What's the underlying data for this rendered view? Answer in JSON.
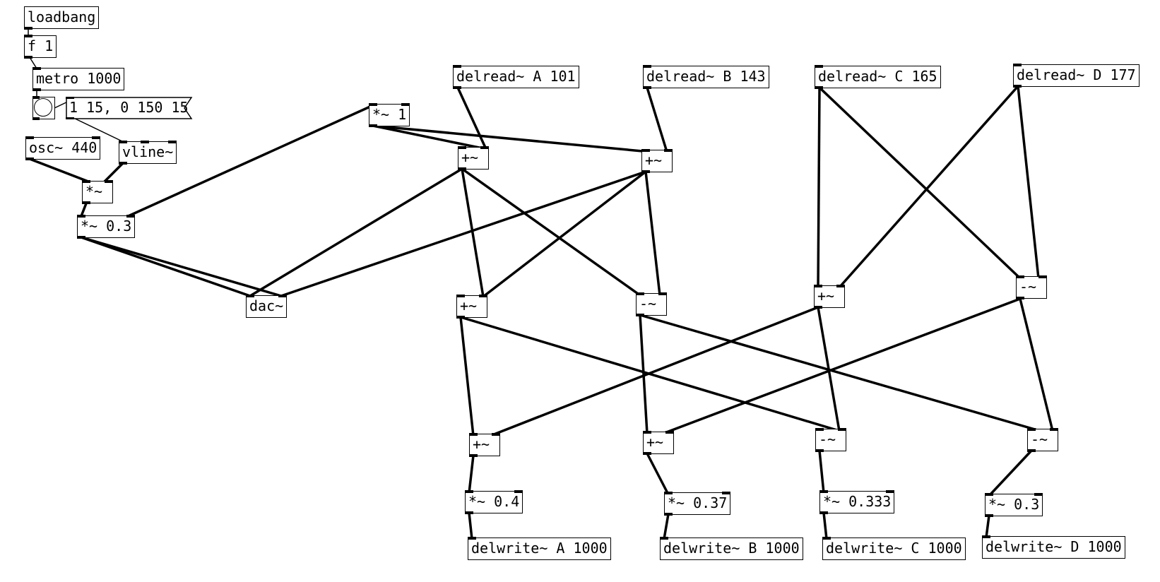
{
  "objects": {
    "loadbang": "loadbang",
    "f1": "f 1",
    "metro": "metro 1000",
    "msg_env": "1 15, 0 150 15",
    "osc": "osc~ 440",
    "vline": "vline~",
    "mul_env": "*~",
    "mul_vol": "*~ 0.3",
    "dac": "dac~",
    "mul_fb": "*~ 1",
    "delread_a": "delread~ A 101",
    "delread_b": "delread~ B 143",
    "delread_c": "delread~ C 165",
    "delread_d": "delread~ D 177",
    "add_a": "+~",
    "add_b": "+~",
    "add_m1": "+~",
    "sub_m1": "-~",
    "add_m2": "+~",
    "sub_m2": "-~",
    "add_o1": "+~",
    "add_o2": "+~",
    "sub_o3": "-~",
    "sub_o4": "-~",
    "gain_a": "*~ 0.4",
    "gain_b": "*~ 0.37",
    "gain_c": "*~ 0.333",
    "gain_d": "*~ 0.3",
    "delwrite_a": "delwrite~ A 1000",
    "delwrite_b": "delwrite~ B 1000",
    "delwrite_c": "delwrite~ C 1000",
    "delwrite_d": "delwrite~ D 1000"
  },
  "bang": {
    "icon": "bang-icon"
  },
  "colors": {
    "ink": "#000000",
    "background": "#ffffff"
  }
}
